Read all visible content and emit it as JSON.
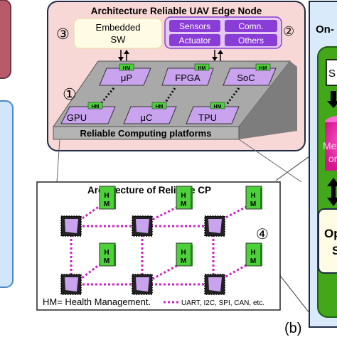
{
  "node": {
    "title": "Architecture Reliable UAV Edge Node",
    "markers": {
      "one": "①",
      "two": "②",
      "three": "③",
      "four": "④"
    },
    "software": {
      "line1": "Embedded",
      "line2": "SW"
    },
    "io_boxes": [
      "Sensors",
      "Comn.",
      "Actuator",
      "Others"
    ],
    "chip_badge": "HM",
    "chips_top": [
      "μP",
      "FPGA",
      "SoC"
    ],
    "chips_bottom": [
      "GPU",
      "μC",
      "TPU"
    ],
    "platform_label": "Reliable Computing platforms"
  },
  "cp": {
    "title": "Architecture of Reliable CP",
    "hm_line1": "H",
    "hm_line2": "M",
    "legend": "HM= Health Management.",
    "links": "UART, I2C, SPI, CAN, etc."
  },
  "right": {
    "title_fragment": "On-",
    "s_fragment": "S",
    "mem_line1": "Mer",
    "mem_line2": "or",
    "op_line1": "Op",
    "op_line2": "S"
  },
  "caption": "(b)",
  "colors": {
    "node_fill": "#f8d8d6",
    "io_fill": "#8a3dd6",
    "chip_fill": "#c9a3ee",
    "hm_green": "#4cd13a",
    "platform_gray": "#a9a9a9",
    "link_magenta": "#d11fc9",
    "right_green": "#40a818",
    "memory_pink": "#e0169f"
  }
}
